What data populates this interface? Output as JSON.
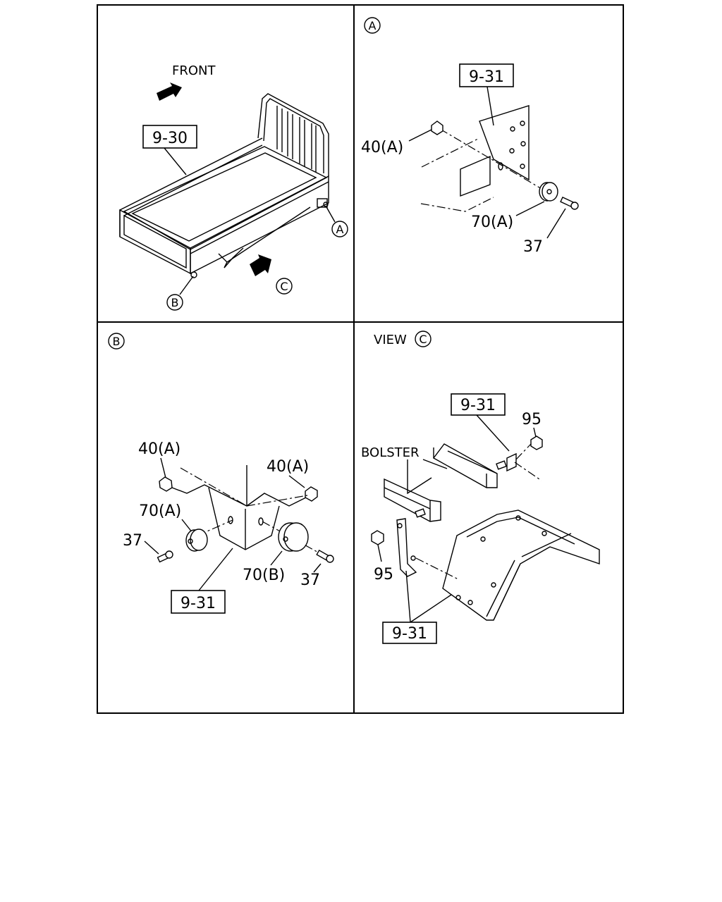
{
  "panels": {
    "overview": {
      "front_label": "FRONT",
      "bed_ref": "9-30",
      "callout_a": "A",
      "callout_b": "B",
      "callout_c": "C"
    },
    "detail_a": {
      "heading": "A",
      "ref_box": "9-31",
      "nut": "40(A)",
      "cushion": "70(A)",
      "bolt": "37"
    },
    "detail_b": {
      "heading": "B",
      "nut_left": "40(A)",
      "nut_right": "40(A)",
      "cushion_a": "70(A)",
      "cushion_b": "70(B)",
      "bolt_left": "37",
      "bolt_right": "37",
      "ref_box": "9-31"
    },
    "view_c": {
      "heading_prefix": "VIEW",
      "heading_circle": "C",
      "ref_box_top": "9-31",
      "nut_top": "95",
      "bolster_label": "BOLSTER",
      "nut_left": "95",
      "ref_box_bottom": "9-31"
    }
  }
}
